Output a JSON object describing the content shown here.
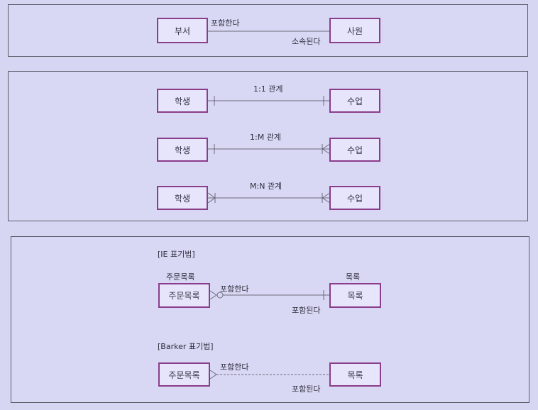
{
  "panel1": {
    "entity_left": "부서",
    "entity_right": "사원",
    "label_top": "포함한다",
    "label_bottom": "소속된다"
  },
  "panel2": {
    "rows": [
      {
        "left": "학생",
        "right": "수업",
        "label": "1:1 관계"
      },
      {
        "left": "학생",
        "right": "수업",
        "label": "1:M 관계"
      },
      {
        "left": "학생",
        "right": "수업",
        "label": "M:N 관계"
      }
    ]
  },
  "panel3": {
    "ie": {
      "title": "[IE 표기법]",
      "left_caption": "주문목록",
      "right_caption": "목록",
      "entity_left": "주문목록",
      "entity_right": "목록",
      "label_top": "포함한다",
      "label_bottom": "포함된다"
    },
    "barker": {
      "title": "[Barker 표기법]",
      "entity_left": "주문목록",
      "entity_right": "목록",
      "label_top": "포함한다",
      "label_bottom": "포함된다"
    }
  },
  "colors": {
    "background": "#d7d6f2",
    "entity_border": "#8a3d8a",
    "line": "#6a6a7a"
  }
}
